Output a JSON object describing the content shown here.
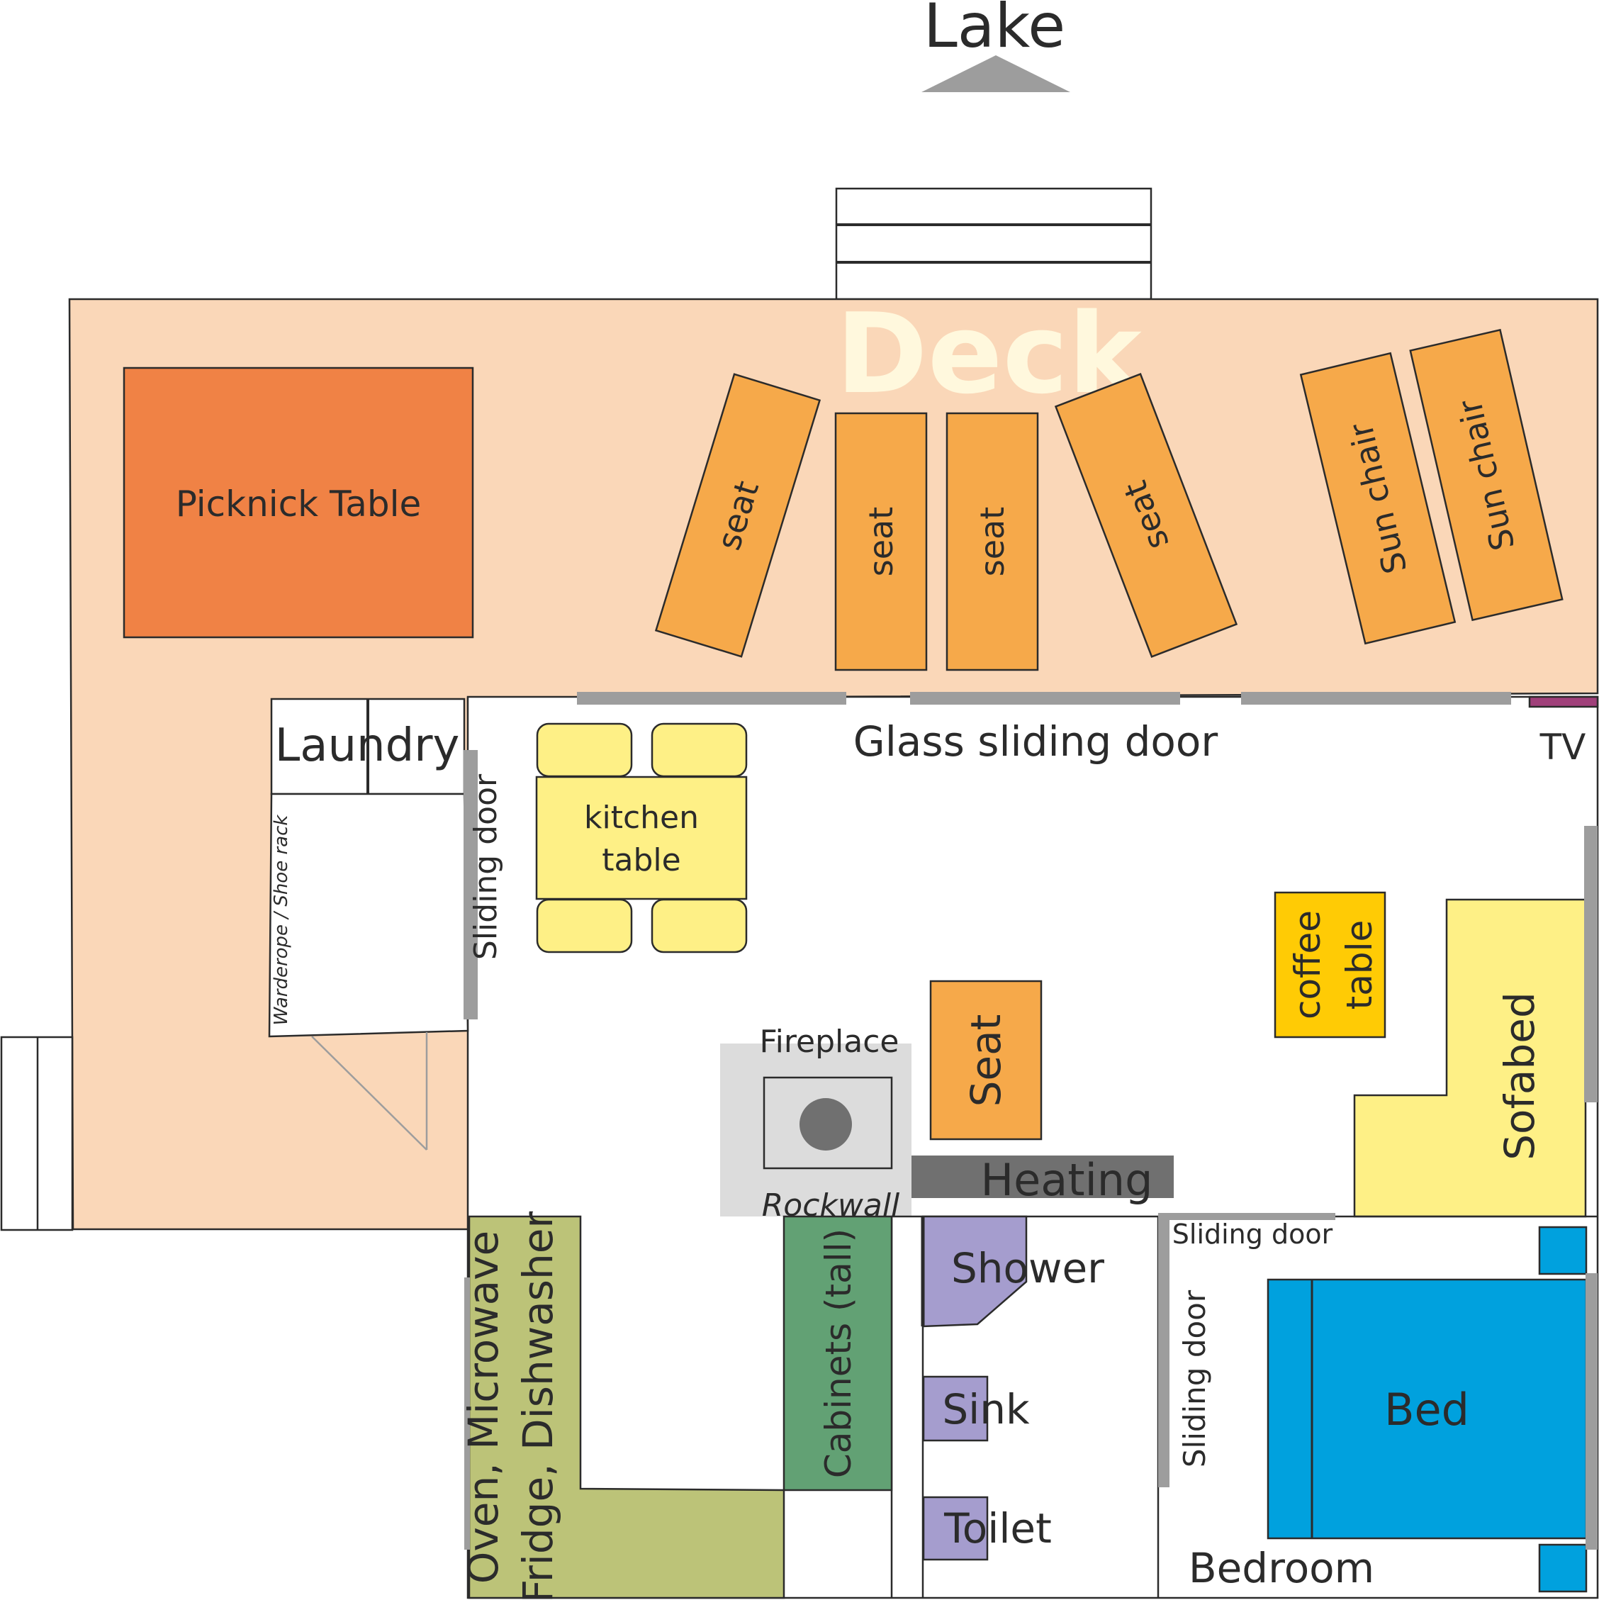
{
  "title": "Lake",
  "deck_label": "Deck",
  "items": {
    "picknick_table": "Picknick Table",
    "seat": "seat",
    "sun_chair": "Sun chair",
    "glass_sliding_door": "Glass sliding door",
    "tv": "TV",
    "laundry": "Laundry",
    "warderope": "Warderope / Shoe rack",
    "sliding_door": "Sliding door",
    "kitchen_table_line1": "kitchen",
    "kitchen_table_line2": "table",
    "coffee_table_line1": "coffee",
    "coffee_table_line2": "table",
    "sofabed": "Sofabed",
    "seat_cap": "Seat",
    "fireplace": "Fireplace",
    "rockwall": "Rockwall",
    "heating": "Heating",
    "appliances_line1": "Oven, Microwave",
    "appliances_line2": "Fridge, Dishwasher",
    "cabinets": "Cabinets (tall)",
    "shower": "Shower",
    "sink": "Sink",
    "toilet": "Toilet",
    "bed": "Bed",
    "bedroom": "Bedroom"
  },
  "colors": {
    "deck": "#fad7b8",
    "picknick_table": "#f08245",
    "seat": "#f6a94a",
    "kitchen": "#fef086",
    "coffee_table": "#ffcb05",
    "door_gray": "#9d9d9d",
    "fireplace_bg": "#dcdcdc",
    "heating": "#707070",
    "appliances": "#bcc378",
    "cabinets": "#62a174",
    "bathroom": "#a59dce",
    "bed": "#00a1de",
    "tv": "#a0407a",
    "deck_text": "#fff8dd"
  }
}
